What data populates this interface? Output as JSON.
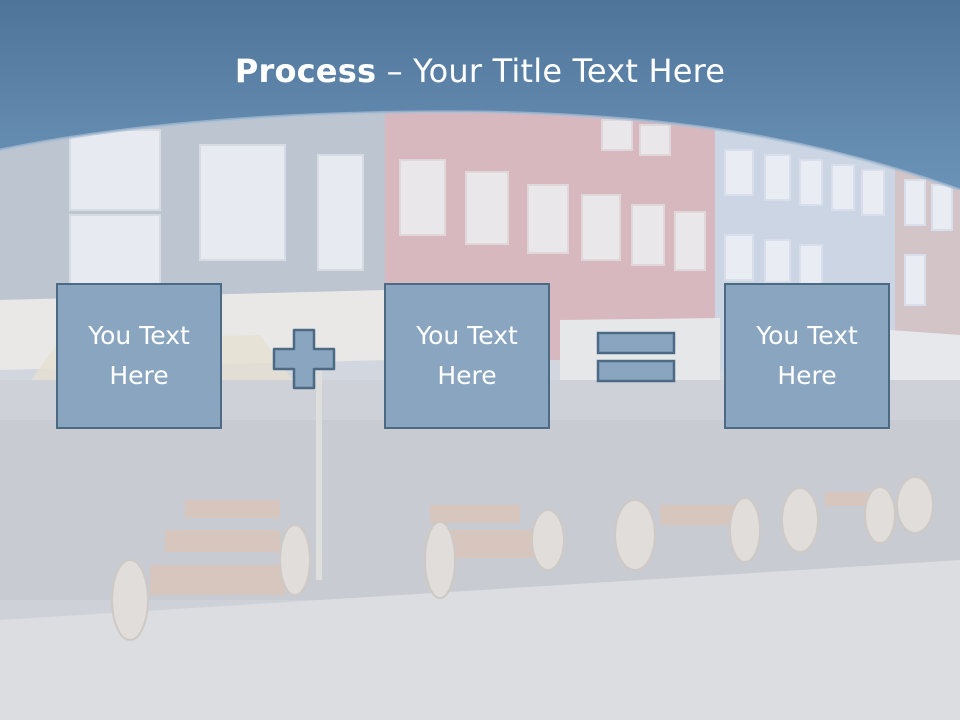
{
  "title": {
    "bold": "Process",
    "rest": " – Your Title Text Here"
  },
  "boxes": [
    {
      "line1": "You Text",
      "line2": "Here"
    },
    {
      "line1": "You Text",
      "line2": "Here"
    },
    {
      "line1": "You Text",
      "line2": "Here"
    }
  ],
  "operators": [
    "plus-icon",
    "equals-icon"
  ],
  "colors": {
    "header": "#5f88ad",
    "box_fill": "#8aa5bf",
    "box_border": "#4d6a85",
    "text": "#ffffff"
  }
}
